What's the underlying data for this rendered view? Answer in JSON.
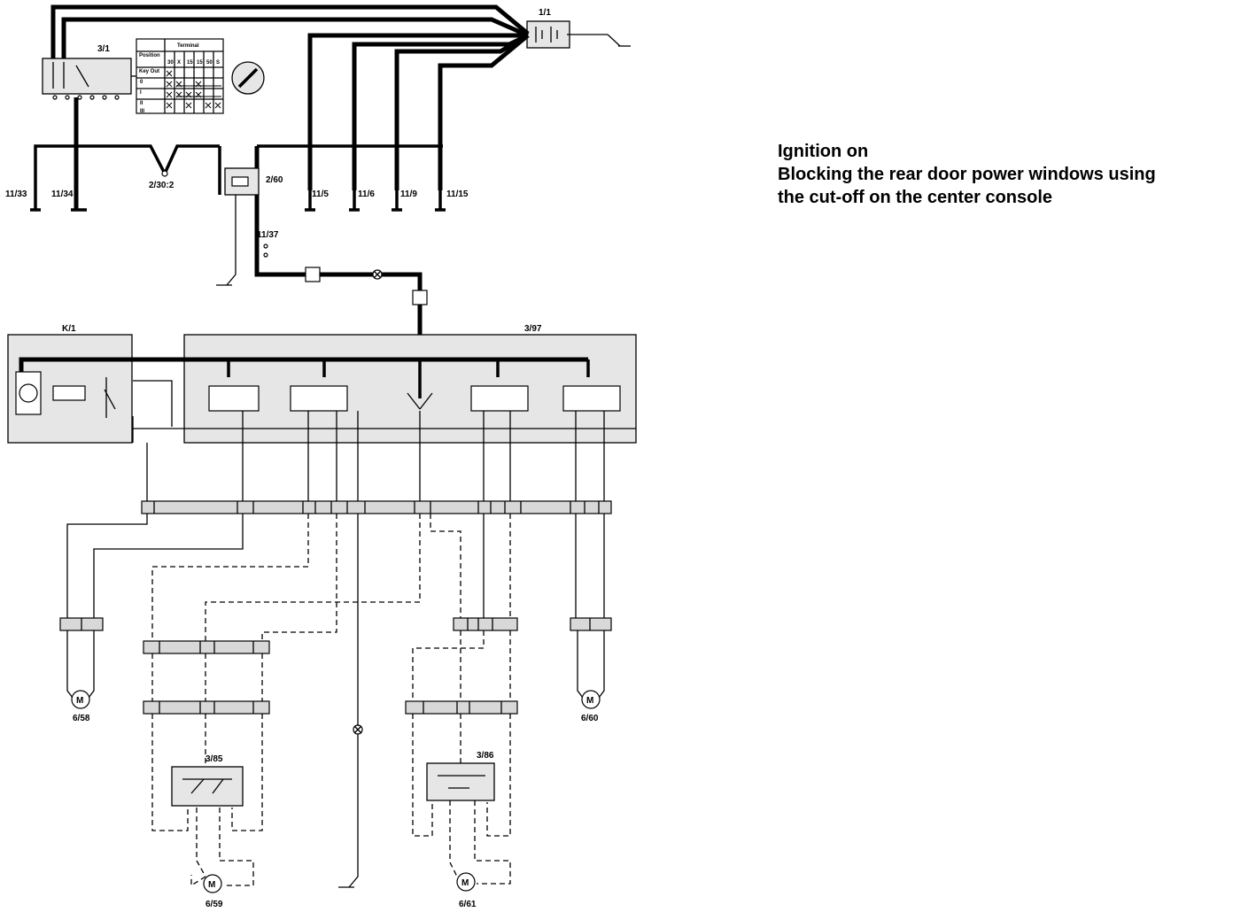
{
  "notes": {
    "line1": "Ignition on",
    "line2": "Blocking the rear door power windows using",
    "line3": "the cut-off on the center console"
  },
  "labels": {
    "ignition_switch": "3/1",
    "battery": "1/1",
    "ground_11_33": "11/33",
    "ground_11_34": "11/34",
    "splice_2_30_2": "2/30:2",
    "fuse_2_60": "2/60",
    "ground_11_5": "11/5",
    "ground_11_6": "11/6",
    "ground_11_9": "11/9",
    "ground_11_15": "11/15",
    "ground_11_37": "11/37",
    "relay_k1": "K/1",
    "control_3_97": "3/97",
    "motor_6_58": "6/58",
    "motor_6_60": "6/60",
    "switch_3_85": "3/85",
    "switch_3_86": "3/86",
    "motor_6_59": "6/59",
    "motor_6_61": "6/61",
    "motor_symbol": "M"
  },
  "ignition_table": {
    "header": "Terminal",
    "position_label": "Position",
    "key_out_label": "Key Out",
    "positions": [
      "0",
      "I",
      "II",
      "III"
    ],
    "terminals": [
      "30",
      "X",
      "15",
      "15",
      "50",
      "S"
    ]
  },
  "colors": {
    "ink": "#000000",
    "paper": "#ffffff",
    "module_fill": "#e6e6e6"
  }
}
